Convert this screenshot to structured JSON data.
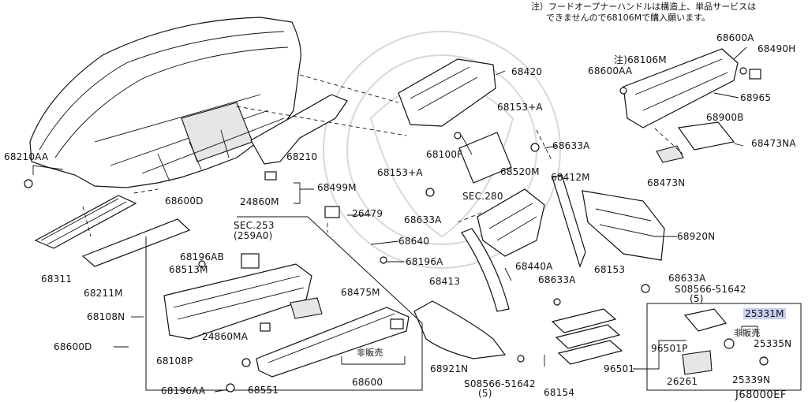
{
  "diagram_code": "J68000EF",
  "note": {
    "line1": "注）フードオープナーハンドルは構造上、単品サービスは",
    "line2": "できませんので68106Mで購入願います。"
  },
  "labels": {
    "p68210AA": "68210AA",
    "p68420": "68420",
    "p68600A": "68600A",
    "p68490H": "68490H",
    "p68106M": "注)68106M",
    "p68600AA": "68600AA",
    "p68965": "68965",
    "p68900B": "68900B",
    "p68153A_top": "68153+A",
    "p68633A_1": "68633A",
    "p68100F": "68100F",
    "p68473NA": "68473NA",
    "p68210": "68210",
    "p68153A_mid": "68153+A",
    "p68520M": "68520M",
    "p68412M": "68412M",
    "p68473N": "68473N",
    "p68499M": "68499M",
    "sec280": "SEC.280",
    "p24860M": "24860M",
    "p68600D": "68600D",
    "p26479": "26479",
    "p68633A_2": "68633A",
    "p68920N": "68920N",
    "sec253": "SEC.253",
    "sec253sub": "(259A0)",
    "p68640": "68640",
    "p68196AB": "68196AB",
    "p68196A": "68196A",
    "p68311": "68311",
    "p68513M": "68513M",
    "p68440A": "68440A",
    "p68211M": "68211M",
    "p68413": "68413",
    "p68153": "68153",
    "p68633A_3": "68633A",
    "p68633A_4": "68633A",
    "p08566_top": "S08566-51642",
    "p08566_top_qty": "(5)",
    "p68475M": "68475M",
    "p68108N": "68108N",
    "p25331M": "25331M",
    "hihanbai1": "非販売",
    "p25335N": "25335N",
    "p68600DD": "68600D",
    "p24860MA": "24860MA",
    "p68108P": "68108P",
    "hihanbai2": "非販売",
    "p68921N": "68921N",
    "p96501P": "96501P",
    "p96501": "96501",
    "p25339N": "25339N",
    "p68551": "68551",
    "p68600": "68600",
    "p08566_bot": "S08566-51642",
    "p08566_bot_qty": "(5)",
    "p68154": "68154",
    "p26261": "26261",
    "p68196AA": "68196AA"
  }
}
